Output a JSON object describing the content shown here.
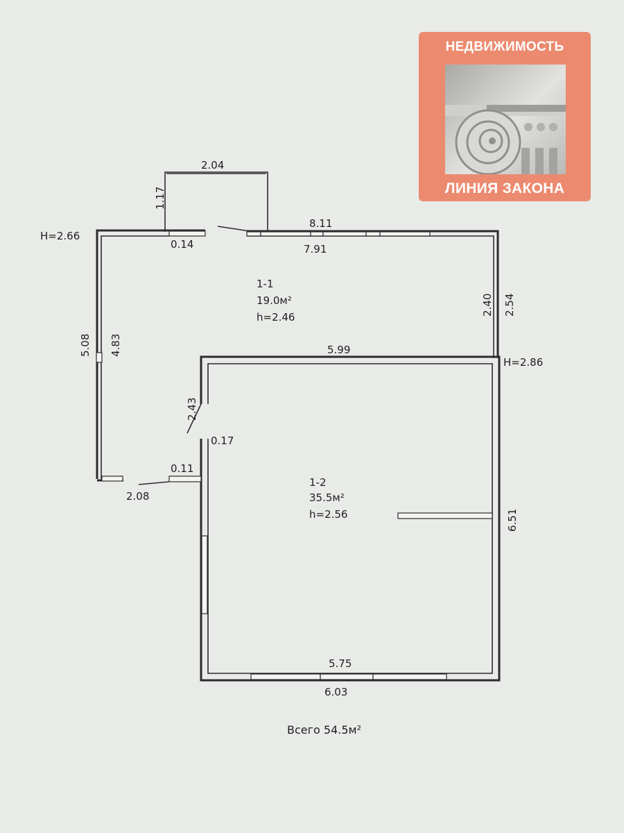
{
  "logo": {
    "top_text": "НЕДВИЖИМОСТЬ",
    "bottom_text": "ЛИНИЯ ЗАКОНА",
    "background_color": "#ec8a6f",
    "icon": "ionic-column-capital-icon"
  },
  "rooms": [
    {
      "id": "1-1",
      "area": "19.0м²",
      "height": "h=2.46"
    },
    {
      "id": "1-2",
      "area": "35.5м²",
      "height": "h=2.56"
    }
  ],
  "heights": {
    "left": "H=2.66",
    "right": "H=2.86"
  },
  "dimensions": {
    "vestibule_top": "2.04",
    "vestibule_side": "1.17",
    "top_outer": "8.11",
    "top_inner": "7.91",
    "wall_stub": "0.14",
    "right_inner": "2.40",
    "right_outer": "2.54",
    "left_outer": "5.08",
    "left_inner": "4.83",
    "room2_top": "5.99",
    "diag_wall": "2.43",
    "pier_top": "0.17",
    "pier_bottom": "0.11",
    "bottom_left": "2.08",
    "room2_right": "6.51",
    "room2_bottom_inner": "5.75",
    "room2_bottom_outer": "6.03"
  },
  "total": "Всего 54.5м²"
}
